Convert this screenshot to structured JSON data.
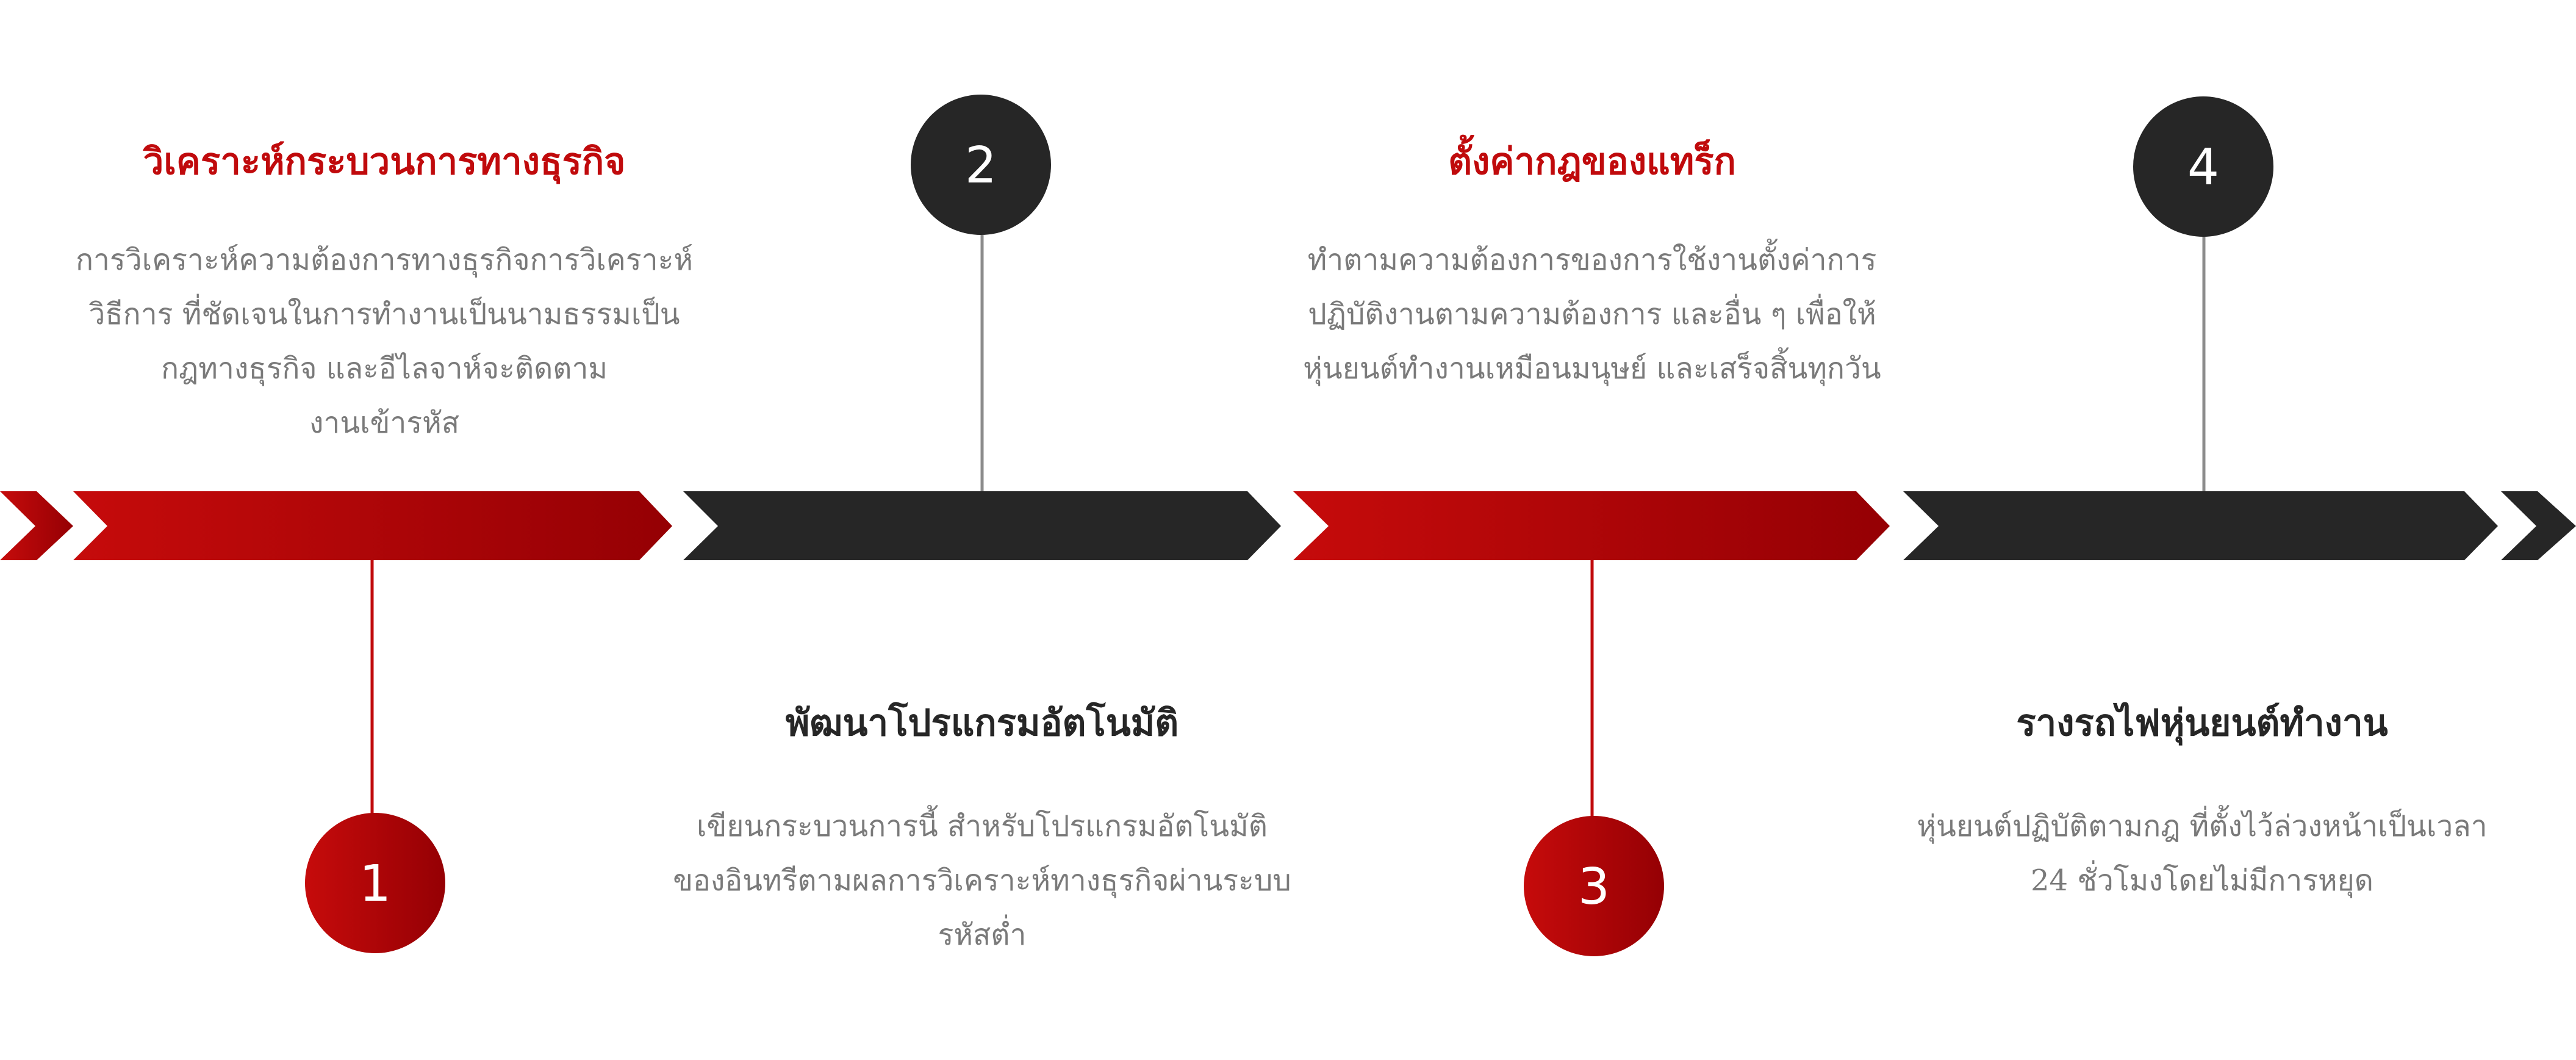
{
  "colors": {
    "red_start": "#c60b0b",
    "red_end": "#950004",
    "dark": "#262626",
    "red_line": "#c00a0c",
    "gray_line": "#8c8c8c",
    "desc_text": "#7a7a7a"
  },
  "steps": [
    {
      "number": "1",
      "title": "วิเคราะห์กระบวนการทางธุรกิจ",
      "description": [
        "การวิเคราะห์ความต้องการทางธุรกิจการวิเคราะห์",
        "วิธีการ ที่ชัดเจนในการทำงานเป็นนามธรรมเป็น",
        "กฎทางธุรกิจ และอีไลจาห์จะติดตาม",
        "งานเข้ารหัส"
      ]
    },
    {
      "number": "2",
      "title": "พัฒนาโปรแกรมอัตโนมัติ",
      "description": [
        "เขียนกระบวนการนี้ สำหรับโปรแกรมอัตโนมัติ",
        "ของอินทรีตามผลการวิเคราะห์ทางธุรกิจผ่านระบบ",
        "รหัสต่ำ"
      ]
    },
    {
      "number": "3",
      "title": "ตั้งค่ากฎของแทร็ก",
      "description": [
        "ทำตามความต้องการของการใช้งานตั้งค่าการ",
        "ปฏิบัติงานตามความต้องการ และอื่น ๆ เพื่อให้",
        "หุ่นยนต์ทำงานเหมือนมนุษย์ และเสร็จสิ้นทุกวัน"
      ]
    },
    {
      "number": "4",
      "title": "รางรถไฟหุ่นยนต์ทำงาน",
      "description": [
        "หุ่นยนต์ปฏิบัติตามกฎ ที่ตั้งไว้ล่วงหน้าเป็นเวลา",
        "24 ชั่วโมงโดยไม่มีการหยุด"
      ]
    }
  ]
}
